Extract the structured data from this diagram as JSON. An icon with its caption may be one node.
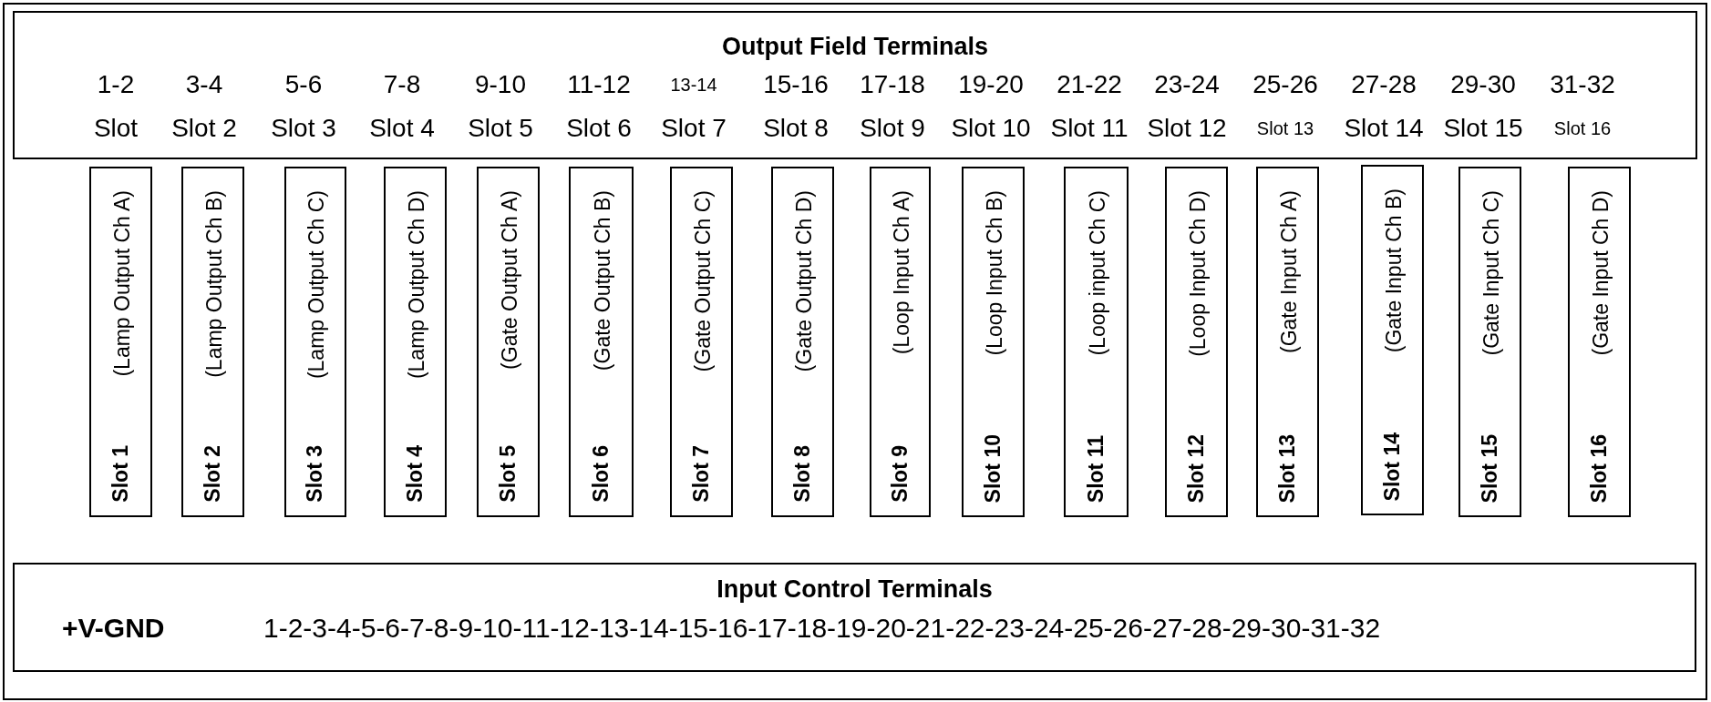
{
  "diagram": {
    "nodes": [
      {
        "text": [
          "Output Field Terminals",
          "1-2",
          "3-4",
          "5-6",
          "7-8",
          "9-10",
          "11-12",
          "13-14",
          "15-16",
          "17-18",
          "19-20",
          "21-22",
          "23-24",
          "25-26",
          "27-28",
          "29-30",
          "31-32",
          "Slot",
          "Slot 2",
          "Slot 3",
          "Slot 4",
          "Slot 5",
          "Slot 6",
          "Slot 7",
          "Slot 8",
          "Slot 9",
          "Slot 10",
          "Slot 11",
          "Slot 12",
          "Slot 13",
          "Slot 14",
          "Slot 15",
          "Slot 16"
        ]
      },
      {
        "text": [
          "Slot 1",
          "(Lamp Output Ch A)"
        ]
      },
      {
        "text": [
          "Slot 2",
          "(Lamp Output Ch B)"
        ]
      },
      {
        "text": [
          "Slot 3",
          "(Lamp Output Ch C)"
        ]
      },
      {
        "text": [
          "Slot 4",
          "(Lamp Output Ch D)"
        ]
      },
      {
        "text": [
          "Slot 5",
          "(Gate Output Ch A)"
        ]
      },
      {
        "text": [
          "Slot 6",
          "(Gate Output Ch B)"
        ]
      },
      {
        "text": [
          "Slot 7",
          "(Gate Output Ch C)"
        ]
      },
      {
        "text": [
          "Slot 8",
          "(Gate Output Ch D)"
        ]
      },
      {
        "text": [
          "Slot 9",
          "(Loop Input Ch A)"
        ]
      },
      {
        "text": [
          "Slot 10",
          "(Loop Input Ch B)"
        ]
      },
      {
        "text": [
          "Slot 11",
          "(Loop input Ch C)"
        ]
      },
      {
        "text": [
          "Slot 12",
          "(Loop Input Ch D)"
        ]
      },
      {
        "text": [
          "Slot 13",
          "(Gate Input Ch A)"
        ]
      },
      {
        "text": [
          "Slot 14",
          "(Gate Input Ch B)"
        ]
      },
      {
        "text": [
          "Slot 15",
          "(Gate Input Ch C)"
        ]
      },
      {
        "text": [
          "Slot 16",
          "(Gate Input Ch D)"
        ]
      },
      {
        "text": [
          "Input Control Terminals",
          "+V-GND",
          "1-2-3-4-5-6-7-8-9-10-11-12-13-14-15-16-17-18-19-20-21-22-23-24-25-26-27-28-29-30-31-32"
        ]
      }
    ]
  }
}
